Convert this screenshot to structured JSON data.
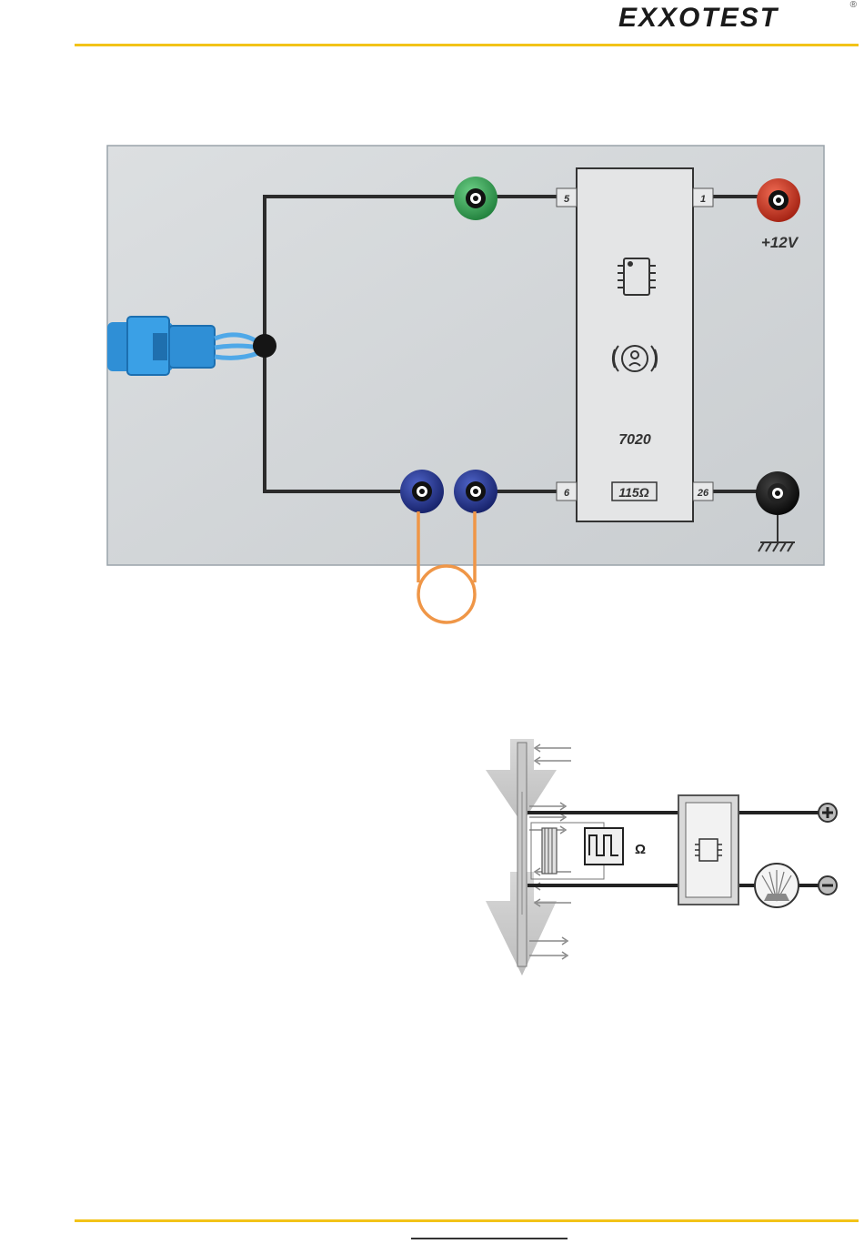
{
  "header": {
    "logo_text": "EXXOTEST",
    "logo_mark": "®"
  },
  "colors": {
    "accent_yellow": "#f2c318",
    "board_gray": "#d3d6d8",
    "wire_orange": "#ef9647",
    "connector_blue": "#2f8fd6",
    "terminal_green": "#2e9e4d",
    "terminal_red": "#cc3320",
    "terminal_blue": "#1d2f8c",
    "terminal_black": "#111111"
  },
  "board": {
    "pin_5": "5",
    "pin_1": "1",
    "pin_6": "6",
    "pin_26": "26",
    "supply_label": "+12V",
    "module_code": "7020",
    "resistor_label": "115Ω",
    "chip_icon": "ic-chip-icon",
    "sensor_icon": "wheel-speed-sensor-icon",
    "ground_icon": "ground-icon"
  },
  "schematic": {
    "ohm_symbol": "Ω",
    "plus_icon": "plus-terminal-icon",
    "minus_icon": "minus-terminal-icon",
    "gauge_icon": "gauge-icon"
  }
}
